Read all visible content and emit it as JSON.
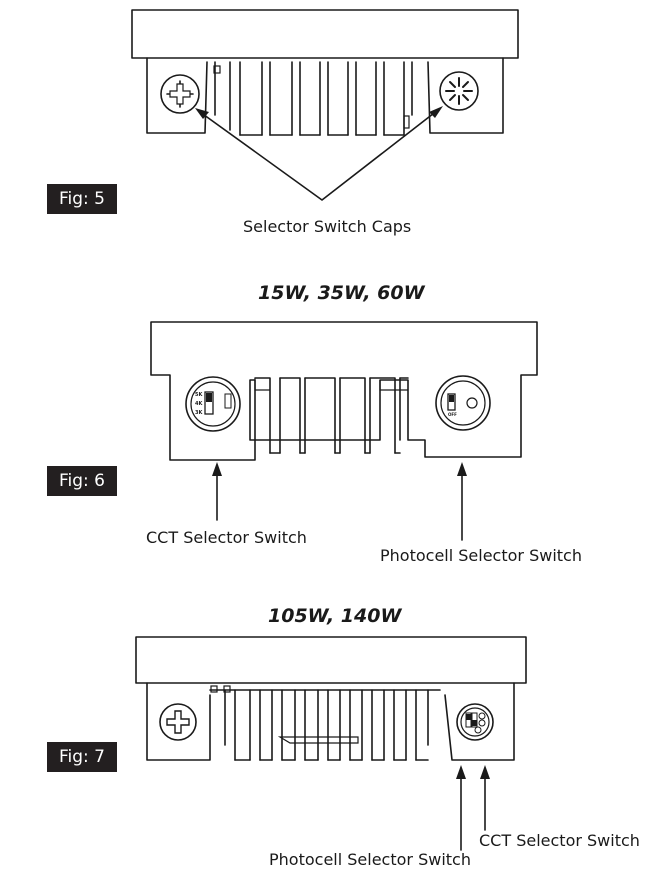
{
  "figures": {
    "fig5": {
      "label": "Fig: 5",
      "callout": "Selector Switch Caps"
    },
    "fig6": {
      "label": "Fig: 6",
      "title": "15W, 35W, 60W",
      "cct_callout": "CCT Selector Switch",
      "photocell_callout": "Photocell Selector Switch",
      "cct_marks": [
        "5K",
        "4K",
        "3K"
      ],
      "photocell_mark": "OFF"
    },
    "fig7": {
      "label": "Fig: 7",
      "title": "105W, 140W",
      "cct_callout": "CCT Selector Switch",
      "photocell_callout": "Photocell Selector Switch"
    }
  }
}
